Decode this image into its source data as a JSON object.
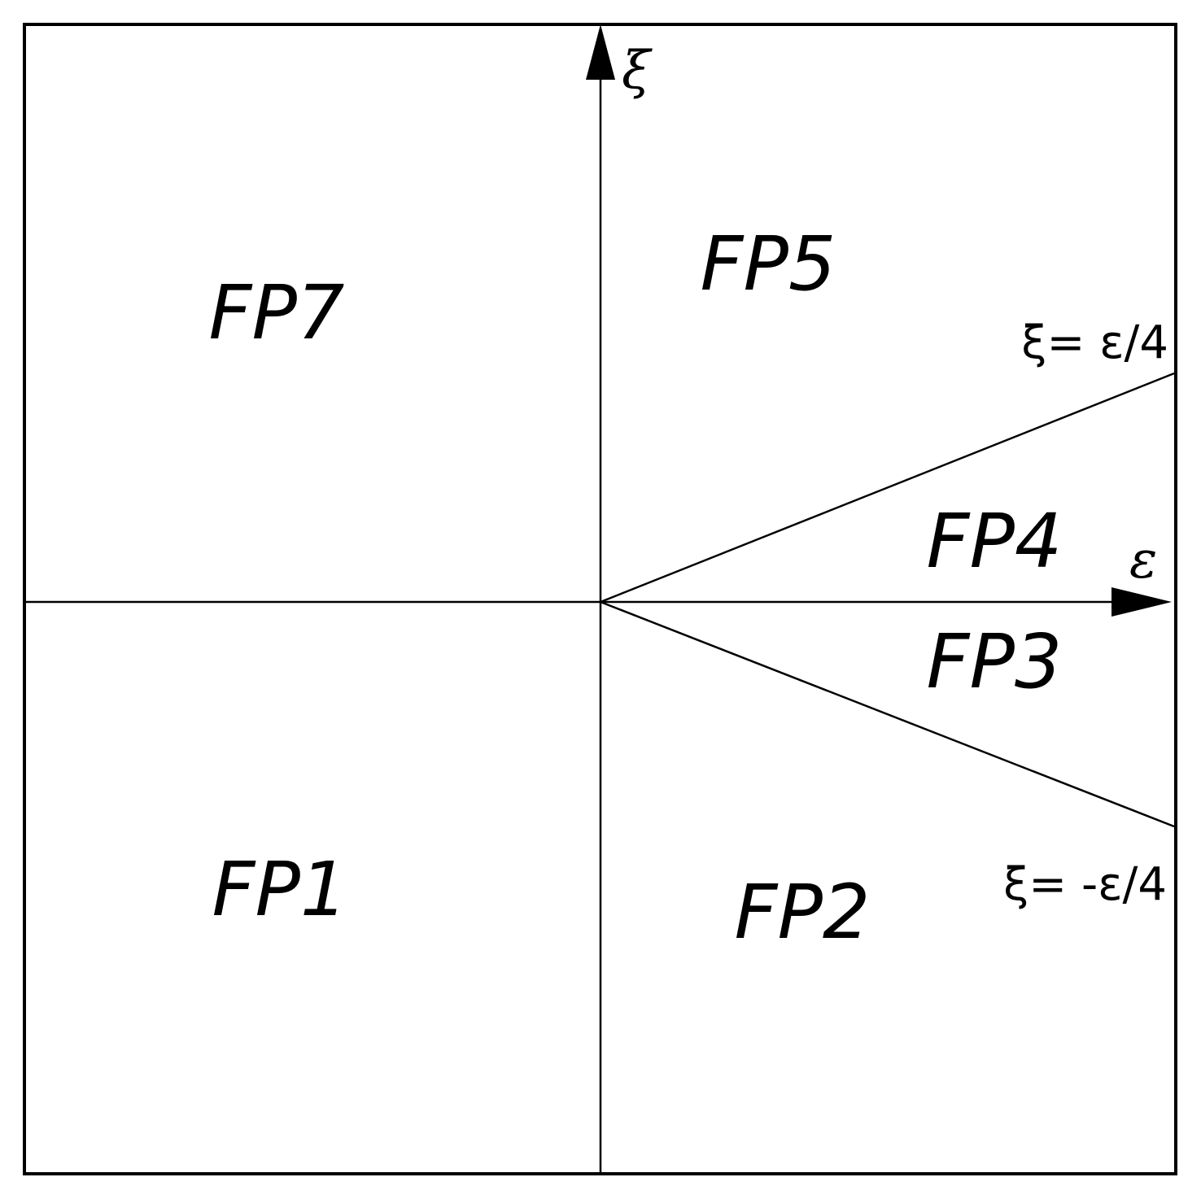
{
  "colors": {
    "stroke": "#000000",
    "background": "#ffffff"
  },
  "axes": {
    "horizontal_label": "ε",
    "vertical_label": "ξ"
  },
  "boundary_lines": [
    {
      "label": "ξ= ε/4",
      "slope": 0.25
    },
    {
      "label": "ξ= -ε/4",
      "slope": -0.25
    }
  ],
  "regions": [
    {
      "id": "fp7",
      "label": "FP7"
    },
    {
      "id": "fp5",
      "label": "FP5"
    },
    {
      "id": "fp4",
      "label": "FP4"
    },
    {
      "id": "fp3",
      "label": "FP3"
    },
    {
      "id": "fp1",
      "label": "FP1"
    },
    {
      "id": "fp2",
      "label": "FP2"
    }
  ]
}
